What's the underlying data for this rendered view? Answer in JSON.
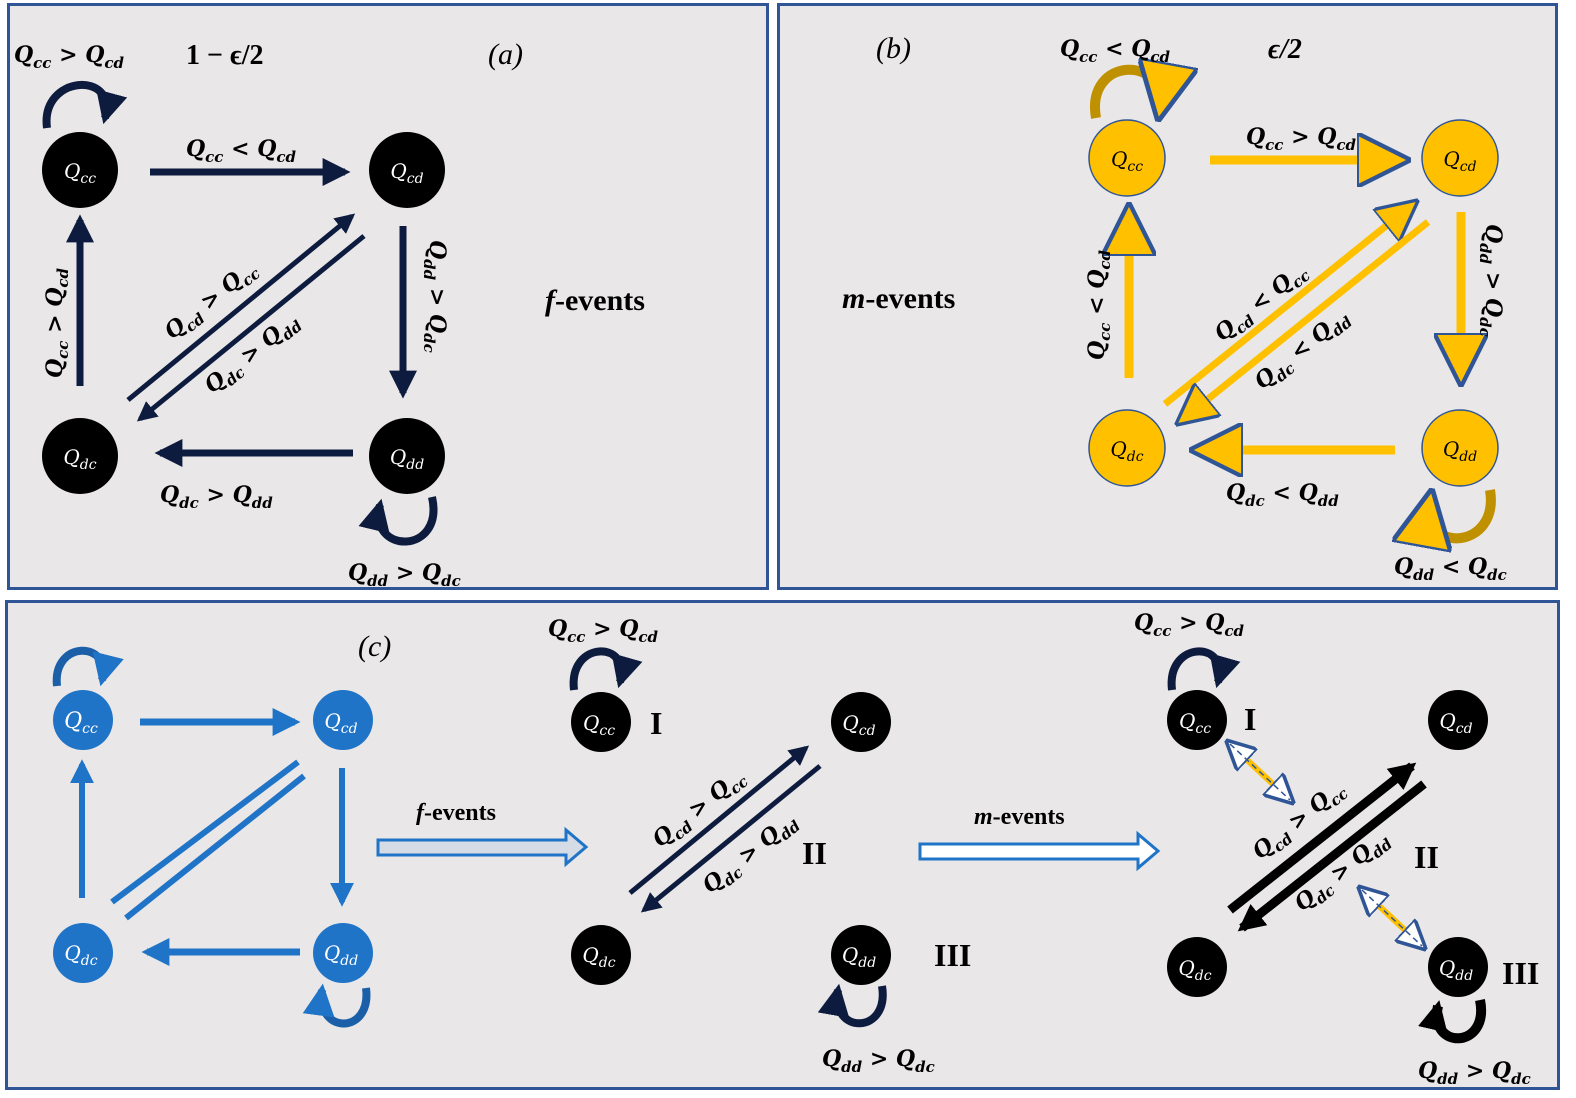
{
  "panel_a": {
    "tag": "(a)",
    "prob": "1 − ϵ/2",
    "events": {
      "var": "f",
      "rest": "-events"
    },
    "nodes": {
      "cc": {
        "base": "Q",
        "sub": "cc"
      },
      "cd": {
        "base": "Q",
        "sub": "cd"
      },
      "dc": {
        "base": "Q",
        "sub": "dc"
      },
      "dd": {
        "base": "Q",
        "sub": "dd"
      }
    },
    "labels": {
      "loop_cc": {
        "a": "cc",
        "op": ">",
        "b": "cd"
      },
      "cc_to_cd": {
        "a": "cc",
        "op": "<",
        "b": "cd"
      },
      "cd_to_dd": {
        "a": "dd",
        "op": ">",
        "b": "dc"
      },
      "dd_to_dc": {
        "a": "dc",
        "op": ">",
        "b": "dd"
      },
      "dc_to_cc": {
        "a": "cc",
        "op": ">",
        "b": "cd"
      },
      "diag_up": {
        "a": "cd",
        "op": ">",
        "b": "cc"
      },
      "diag_down": {
        "a": "dc",
        "op": ">",
        "b": "dd"
      },
      "loop_dd": {
        "a": "dd",
        "op": ">",
        "b": "dc"
      }
    }
  },
  "panel_b": {
    "tag": "(b)",
    "prob": "ϵ/2",
    "events": {
      "var": "m",
      "rest": "-events"
    },
    "nodes": {
      "cc": {
        "base": "Q",
        "sub": "cc"
      },
      "cd": {
        "base": "Q",
        "sub": "cd"
      },
      "dc": {
        "base": "Q",
        "sub": "dc"
      },
      "dd": {
        "base": "Q",
        "sub": "dd"
      }
    },
    "labels": {
      "loop_cc": {
        "a": "cc",
        "op": "<",
        "b": "cd"
      },
      "cc_to_cd": {
        "a": "cc",
        "op": ">",
        "b": "cd"
      },
      "cd_to_dd": {
        "a": "dd",
        "op": ">",
        "b": "dc"
      },
      "dd_to_dc": {
        "a": "dc",
        "op": "<",
        "b": "dd"
      },
      "dc_to_cc": {
        "a": "cc",
        "op": "<",
        "b": "cd"
      },
      "diag_up": {
        "a": "cd",
        "op": "<",
        "b": "cc"
      },
      "diag_down": {
        "a": "dc",
        "op": "<",
        "b": "dd"
      },
      "loop_dd": {
        "a": "dd",
        "op": "<",
        "b": "dc"
      }
    }
  },
  "panel_c": {
    "tag": "(c)",
    "f_events": {
      "var": "f",
      "rest": "-events"
    },
    "m_events": {
      "var": "m",
      "rest": "-events"
    },
    "nodes": {
      "cc": {
        "base": "Q",
        "sub": "cc"
      },
      "cd": {
        "base": "Q",
        "sub": "cd"
      },
      "dc": {
        "base": "Q",
        "sub": "dc"
      },
      "dd": {
        "base": "Q",
        "sub": "dd"
      }
    },
    "roman": {
      "one": "I",
      "two": "II",
      "three": "III"
    },
    "labels": {
      "mid_loop_cc": {
        "a": "cc",
        "op": ">",
        "b": "cd"
      },
      "mid_diag_up": {
        "a": "cd",
        "op": ">",
        "b": "cc"
      },
      "mid_diag_down": {
        "a": "dc",
        "op": ">",
        "b": "dd"
      },
      "mid_loop_dd": {
        "a": "dd",
        "op": ">",
        "b": "dc"
      },
      "right_loop_cc": {
        "a": "cc",
        "op": ">",
        "b": "cd"
      },
      "right_diag_up": {
        "a": "cd",
        "op": ">",
        "b": "cc"
      },
      "right_diag_down": {
        "a": "dc",
        "op": ">",
        "b": "dd"
      },
      "right_loop_dd": {
        "a": "dd",
        "op": ">",
        "b": "dc"
      }
    }
  },
  "colors": {
    "panel_border": "#2f5597",
    "panel_bg": "#e9e7e7",
    "black": "#000000",
    "navy": "#0d1b3e",
    "gold": "#ffc000",
    "gold_dark": "#bf9000",
    "blue": "#1f74c7",
    "blue_dark": "#1a5fa8"
  }
}
